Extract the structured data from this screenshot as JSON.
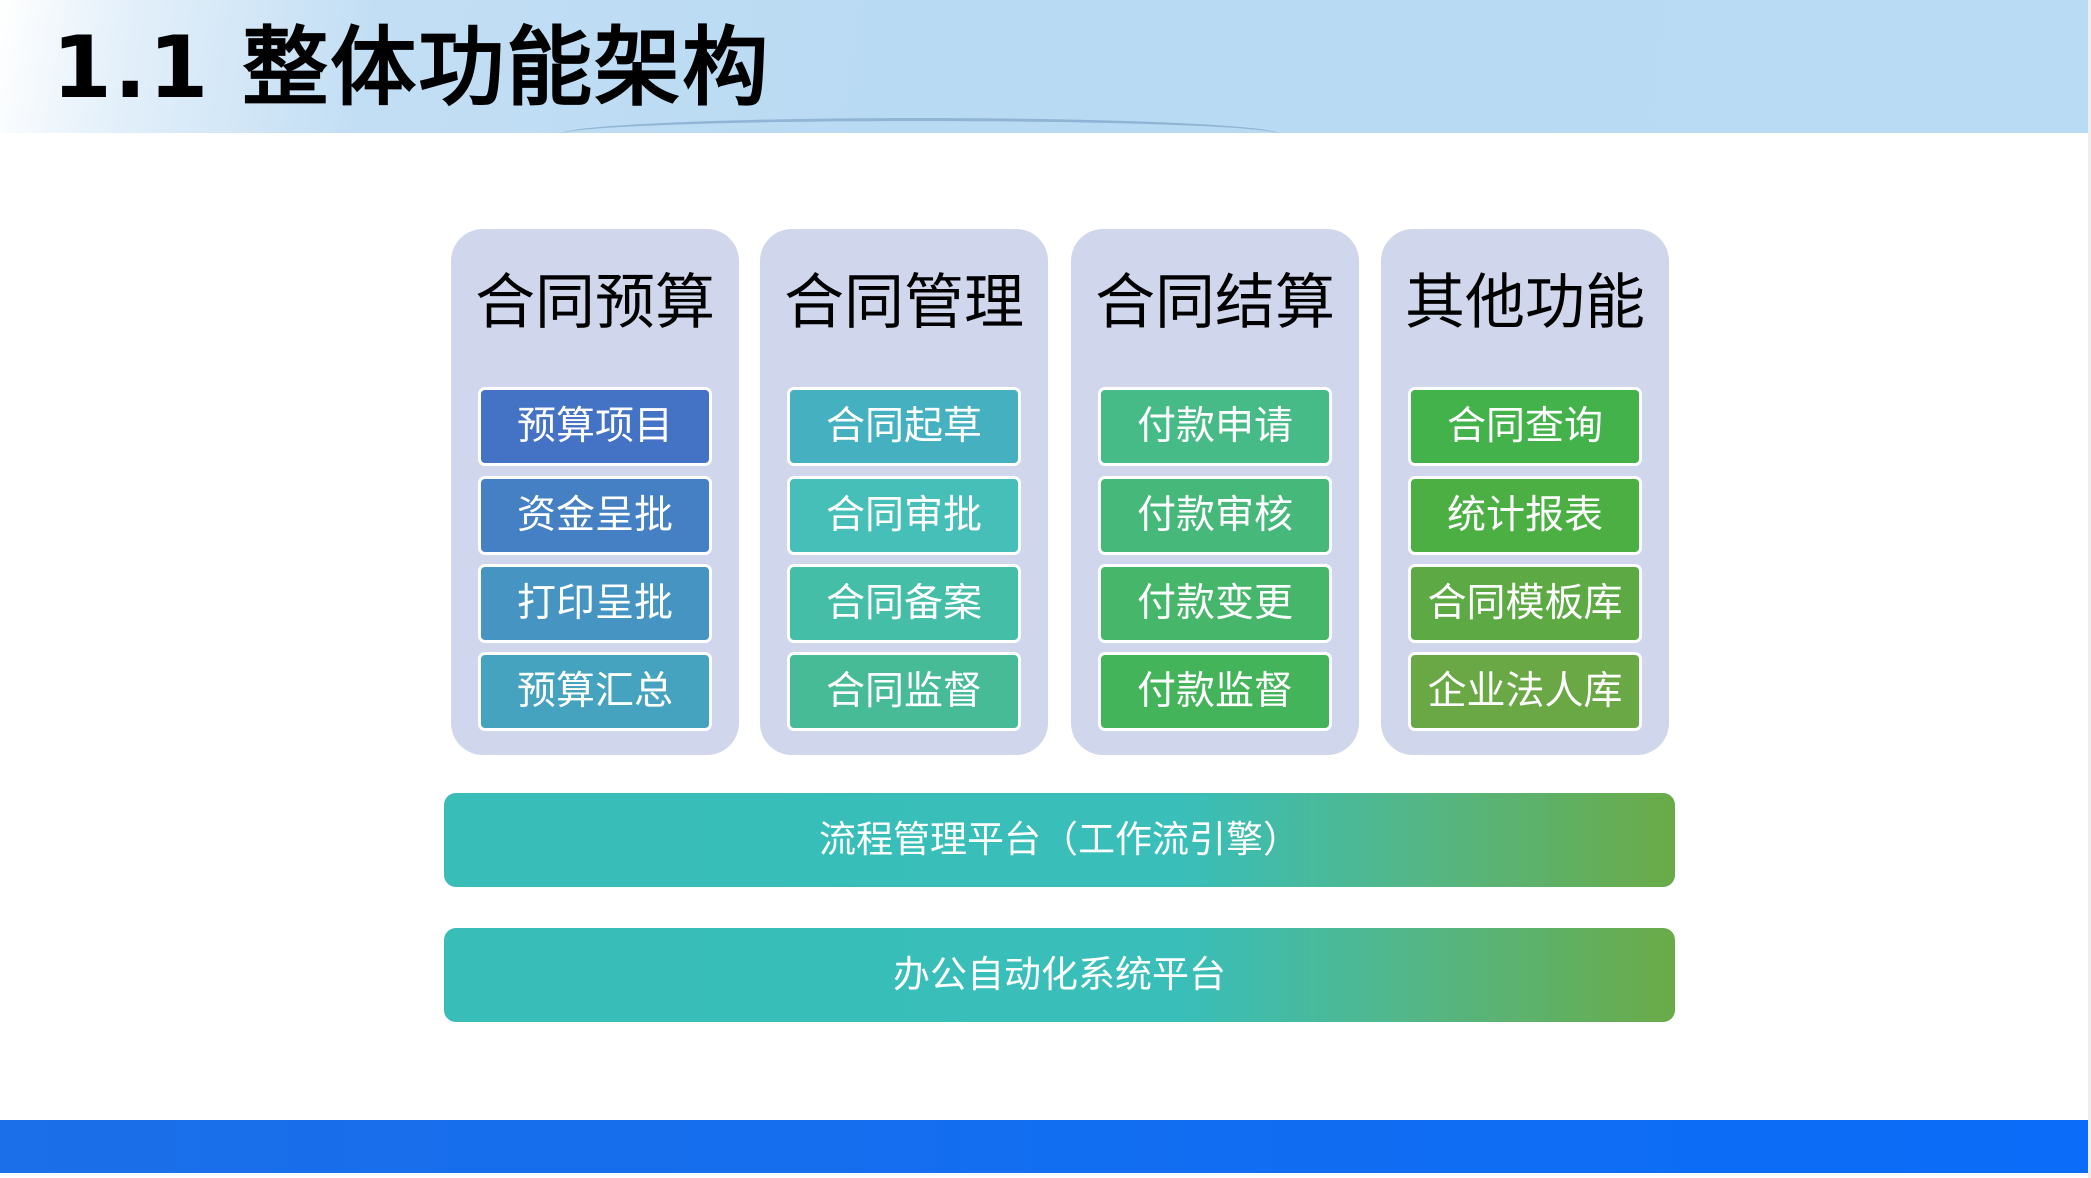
{
  "title": "1.1 整体功能架构",
  "columns": [
    {
      "title": "合同预算",
      "items": [
        "预算项目",
        "资金呈批",
        "打印呈批",
        "预算汇总"
      ],
      "colors": [
        "#4472c4",
        "#4480c3",
        "#4594c2",
        "#46a3bf"
      ]
    },
    {
      "title": "合同管理",
      "items": [
        "合同起草",
        "合同审批",
        "合同备案",
        "合同监督"
      ],
      "colors": [
        "#44b0c0",
        "#45bfb8",
        "#45bea8",
        "#46bb95"
      ]
    },
    {
      "title": "合同结算",
      "items": [
        "付款申请",
        "付款审核",
        "付款变更",
        "付款监督"
      ],
      "colors": [
        "#46bb88",
        "#46b87a",
        "#45b66a",
        "#44b45a"
      ]
    },
    {
      "title": "其他功能",
      "items": [
        "合同查询",
        "统计报表",
        "合同模板库",
        "企业法人库"
      ],
      "colors": [
        "#43b24a",
        "#4caf44",
        "#5daa45",
        "#6aa845"
      ]
    }
  ],
  "platforms": [
    "流程管理平台（工作流引擎）",
    "办公自动化系统平台"
  ]
}
